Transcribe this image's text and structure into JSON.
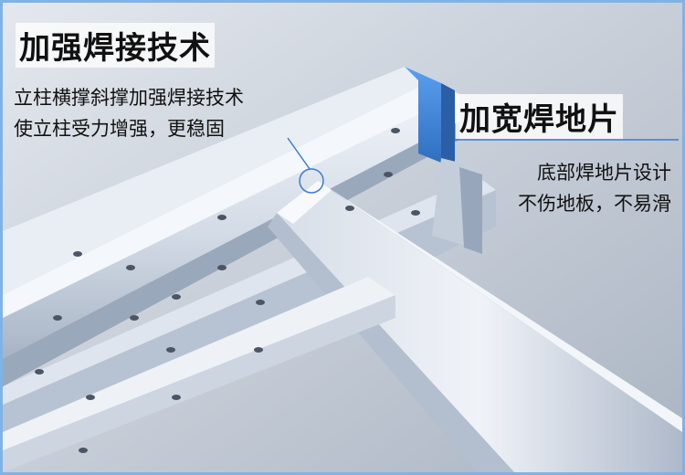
{
  "left_panel": {
    "heading": "加强焊接技术",
    "line1": "立柱横撑斜撑加强焊接技术",
    "line2": "使立柱受力增强，更稳固"
  },
  "right_panel": {
    "heading": "加宽焊地片",
    "line1": "底部焊地片设计",
    "line2": "不伤地板，不易滑"
  },
  "colors": {
    "background": "#cfd6e0",
    "frame_border": "#7fb3e6",
    "steel_light": "#e8edf4",
    "steel_mid": "#b9c4d4",
    "steel_dark": "#8e9cb2",
    "weld_plate_blue": "#4a90e2",
    "pointer_line": "#3a7bd5"
  }
}
